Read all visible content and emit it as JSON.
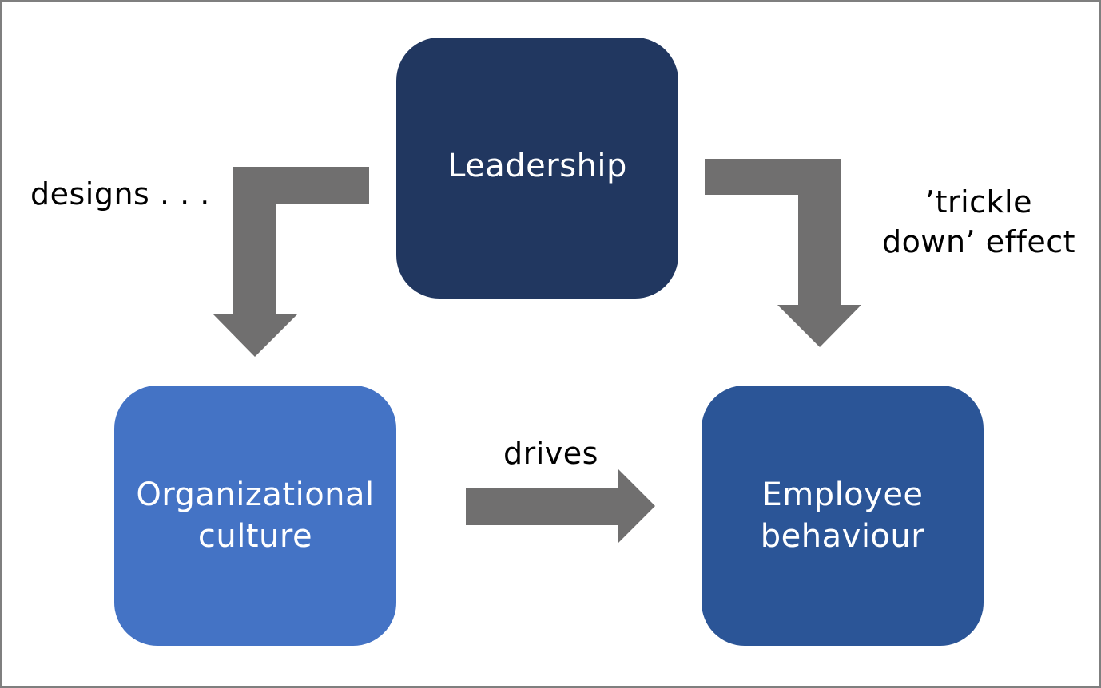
{
  "colors": {
    "leadership": "#213760",
    "culture": "#4473c5",
    "behaviour": "#2b5597",
    "arrow": "#706f6f",
    "frame": "#7f7f7f"
  },
  "nodes": {
    "leadership": "Leadership",
    "culture": [
      "Organizational",
      "culture"
    ],
    "behaviour": [
      "Employee",
      "behaviour"
    ]
  },
  "edges": {
    "designs": "designs . . .",
    "drives": "drives",
    "trickle": [
      "’trickle",
      "down’ effect"
    ]
  }
}
